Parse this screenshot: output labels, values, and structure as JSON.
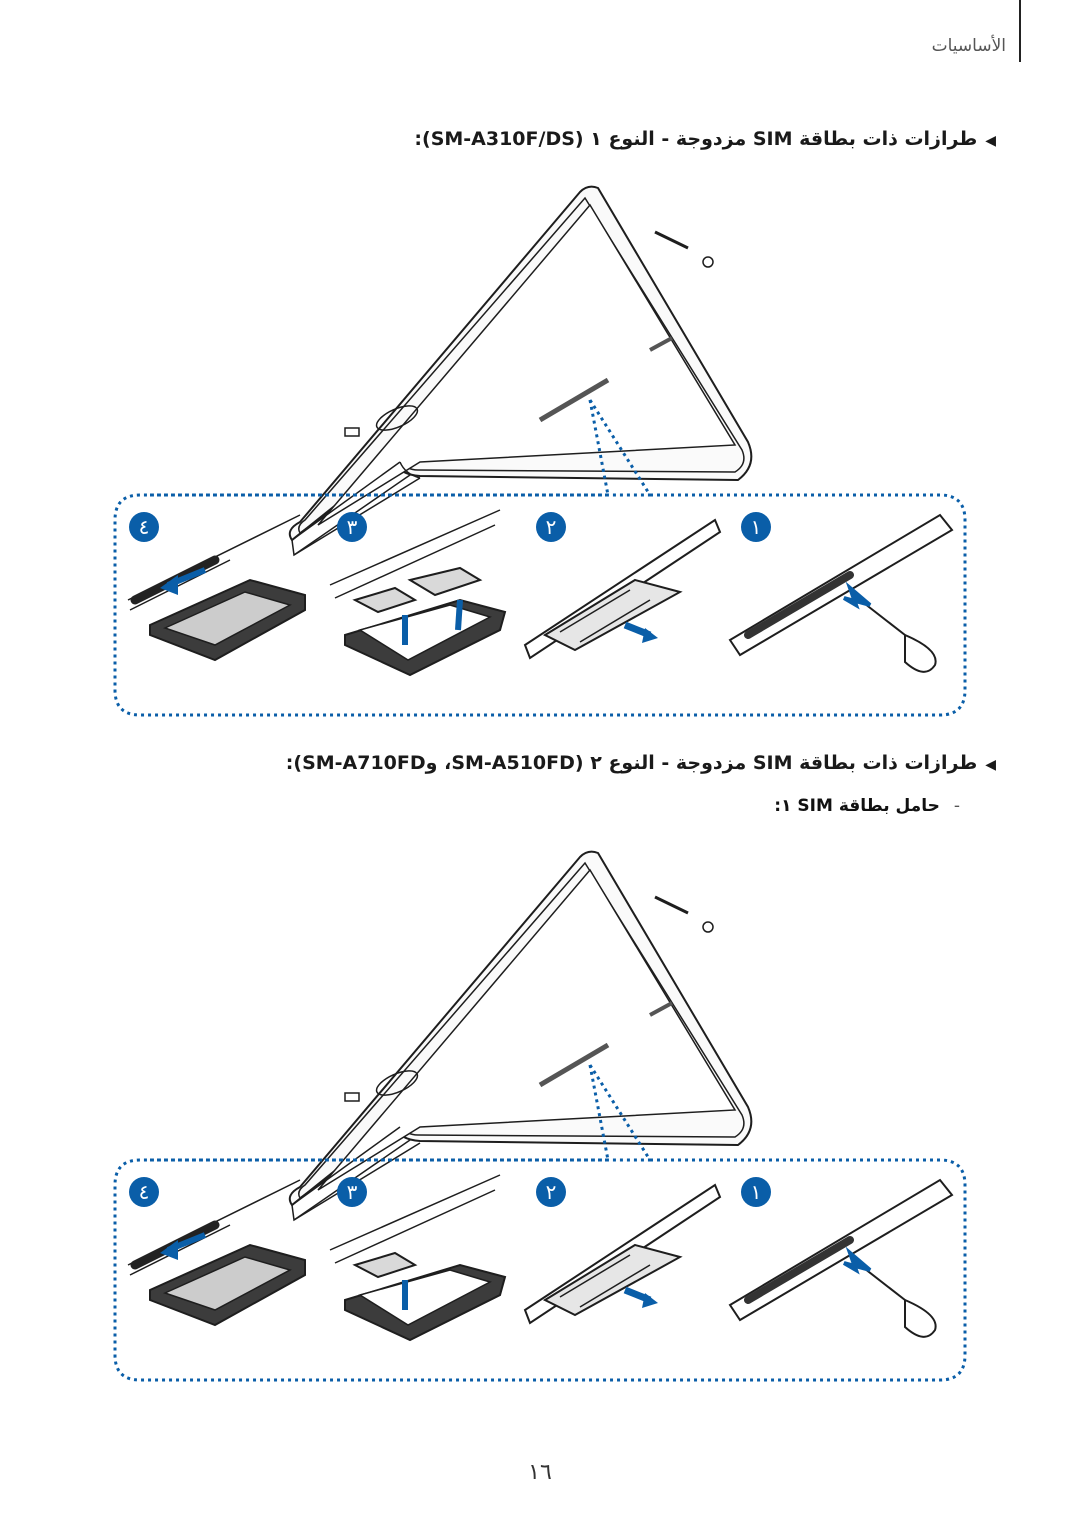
{
  "header": {
    "section": "الأساسيات"
  },
  "section1": {
    "heading": "طرازات ذات بطاقة SIM مزدوجة - النوع ١ (SM-A310F/DS):",
    "steps": [
      "١",
      "٢",
      "٣",
      "٤"
    ]
  },
  "section2": {
    "heading": "طرازات ذات بطاقة SIM مزدوجة - النوع ٢ (SM-A510FD، وSM-A710FD):",
    "subitem": "حامل بطاقة SIM ١:",
    "steps": [
      "١",
      "٢",
      "٣",
      "٤"
    ]
  },
  "colors": {
    "accent": "#0a5ea8",
    "steel": "#4a4a4a",
    "outline": "#1e1e1e"
  },
  "footer": {
    "page_number": "١٦"
  }
}
